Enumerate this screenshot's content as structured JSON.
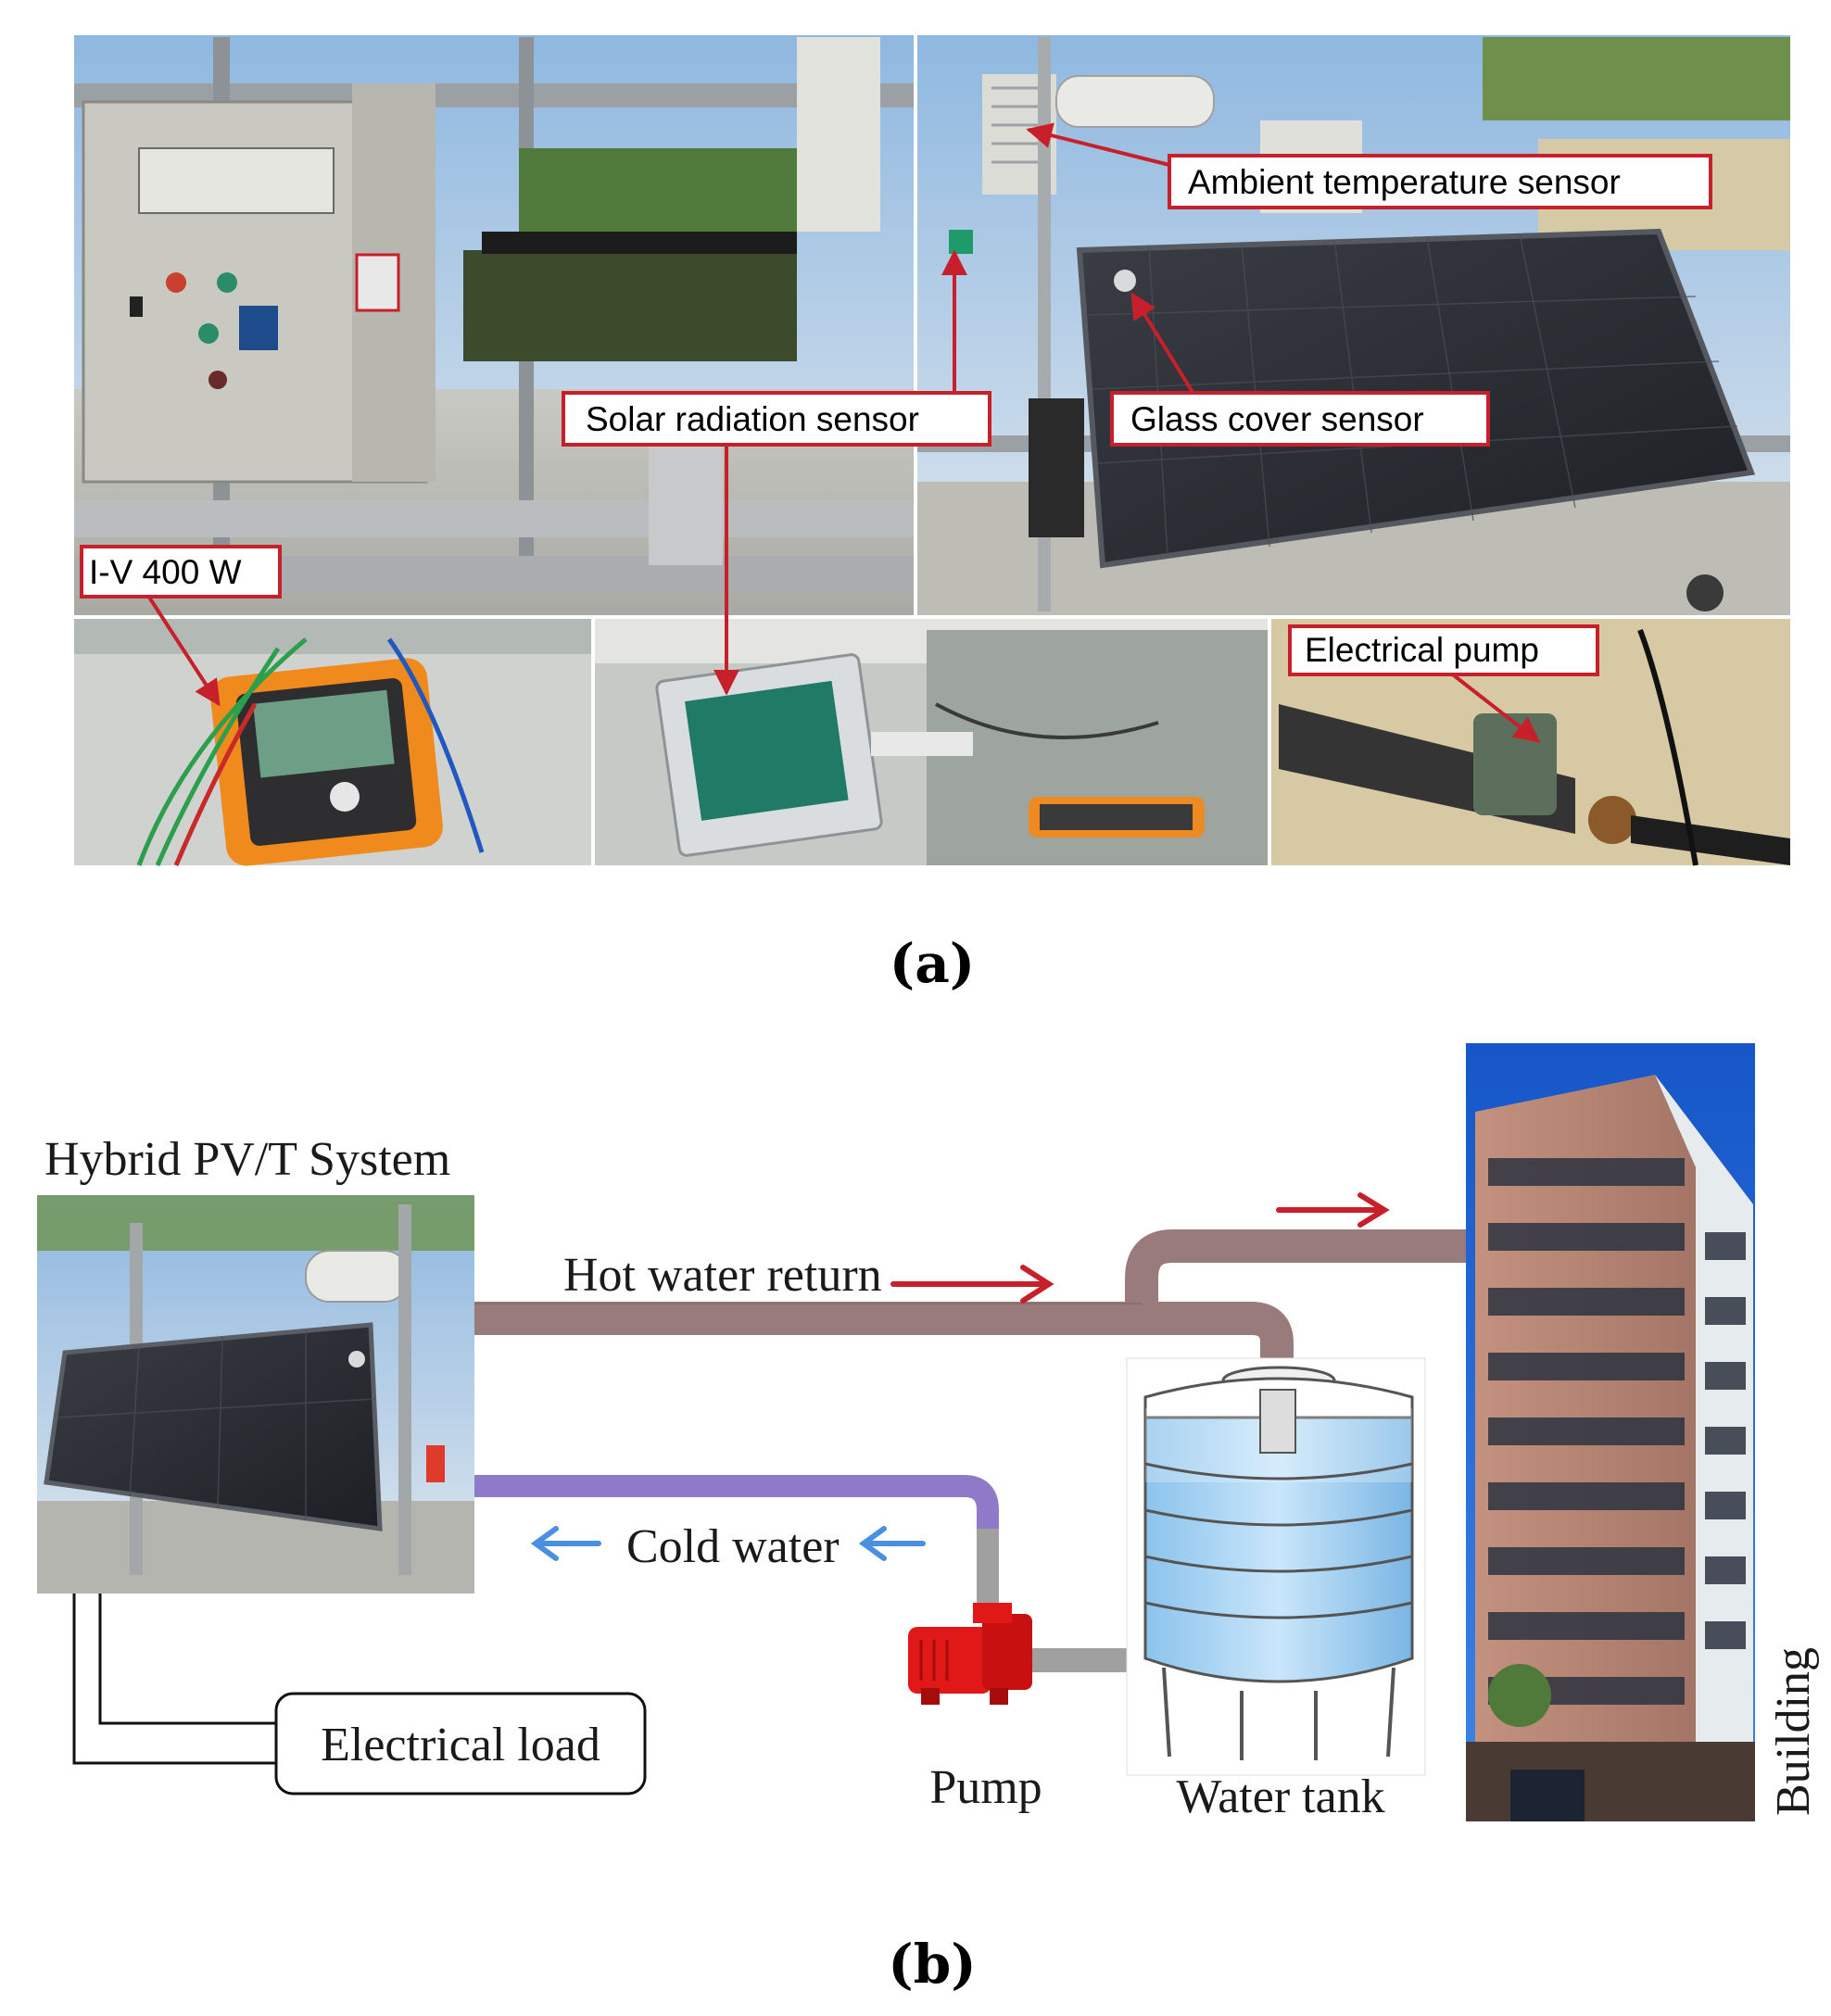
{
  "colors": {
    "label_border": "#c8202a",
    "arrow_red": "#c8202a",
    "arrow_blue": "#4a8fe0",
    "hot_pipe": "#9a7b7c",
    "cold_pipe": "#8e7ac8",
    "grey_pipe": "#a0a0a0",
    "pump": "#e01818",
    "tank_water": "#b9dcf5",
    "sky": "#1f64d8",
    "building": "#b98676"
  },
  "panel_a": {
    "caption": "(a)",
    "labels": {
      "ambient": "Ambient temperature sensor",
      "solar": "Solar radiation sensor",
      "glass": "Glass cover sensor",
      "iv": "I-V 400 W",
      "pump": "Electrical pump"
    }
  },
  "panel_b": {
    "caption": "(b)",
    "system_title": "Hybrid PV/T System",
    "hot_water": "Hot water return",
    "cold_water": "Cold water",
    "electrical_load": "Electrical load",
    "pump": "Pump",
    "water_tank": "Water tank",
    "building": "Building"
  }
}
